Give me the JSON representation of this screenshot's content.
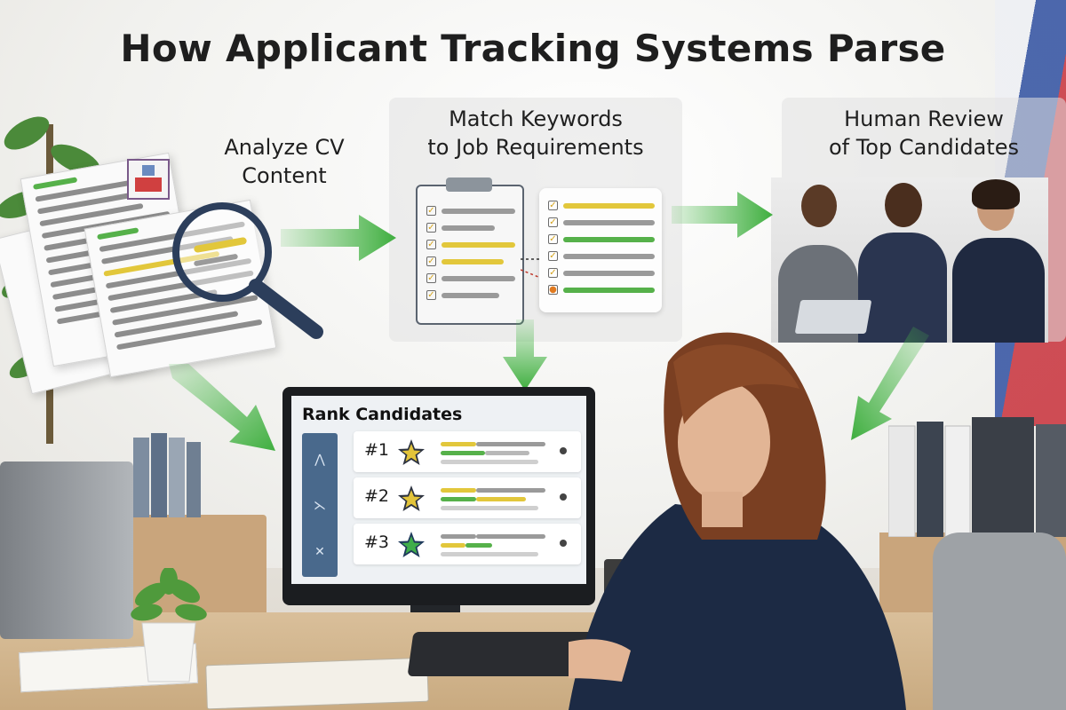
{
  "title": "How Applicant Tracking Systems Parse",
  "steps": {
    "analyze": {
      "label_line1": "Analyze CV",
      "label_line2": "Content"
    },
    "match": {
      "label_line1": "Match Keywords",
      "label_line2": "to Job Requirements"
    },
    "review": {
      "label_line1": "Human Review",
      "label_line2": "of Top Candidates"
    }
  },
  "rank_screen": {
    "title": "Rank Candidates",
    "rows": [
      {
        "rank": "#1",
        "star_color": "#e3c43a"
      },
      {
        "rank": "#2",
        "star_color": "#e3c43a"
      },
      {
        "rank": "#3",
        "star_color": "#3fae4a"
      }
    ]
  },
  "colors": {
    "arrow_green": "#4cba4c",
    "highlight_yellow": "#e2c73b",
    "highlight_green": "#56b14a",
    "sidebar_blue": "#49698c"
  },
  "icons": {
    "magnifier": "magnifying-glass-icon",
    "clipboard": "clipboard-icon",
    "star": "star-icon"
  }
}
